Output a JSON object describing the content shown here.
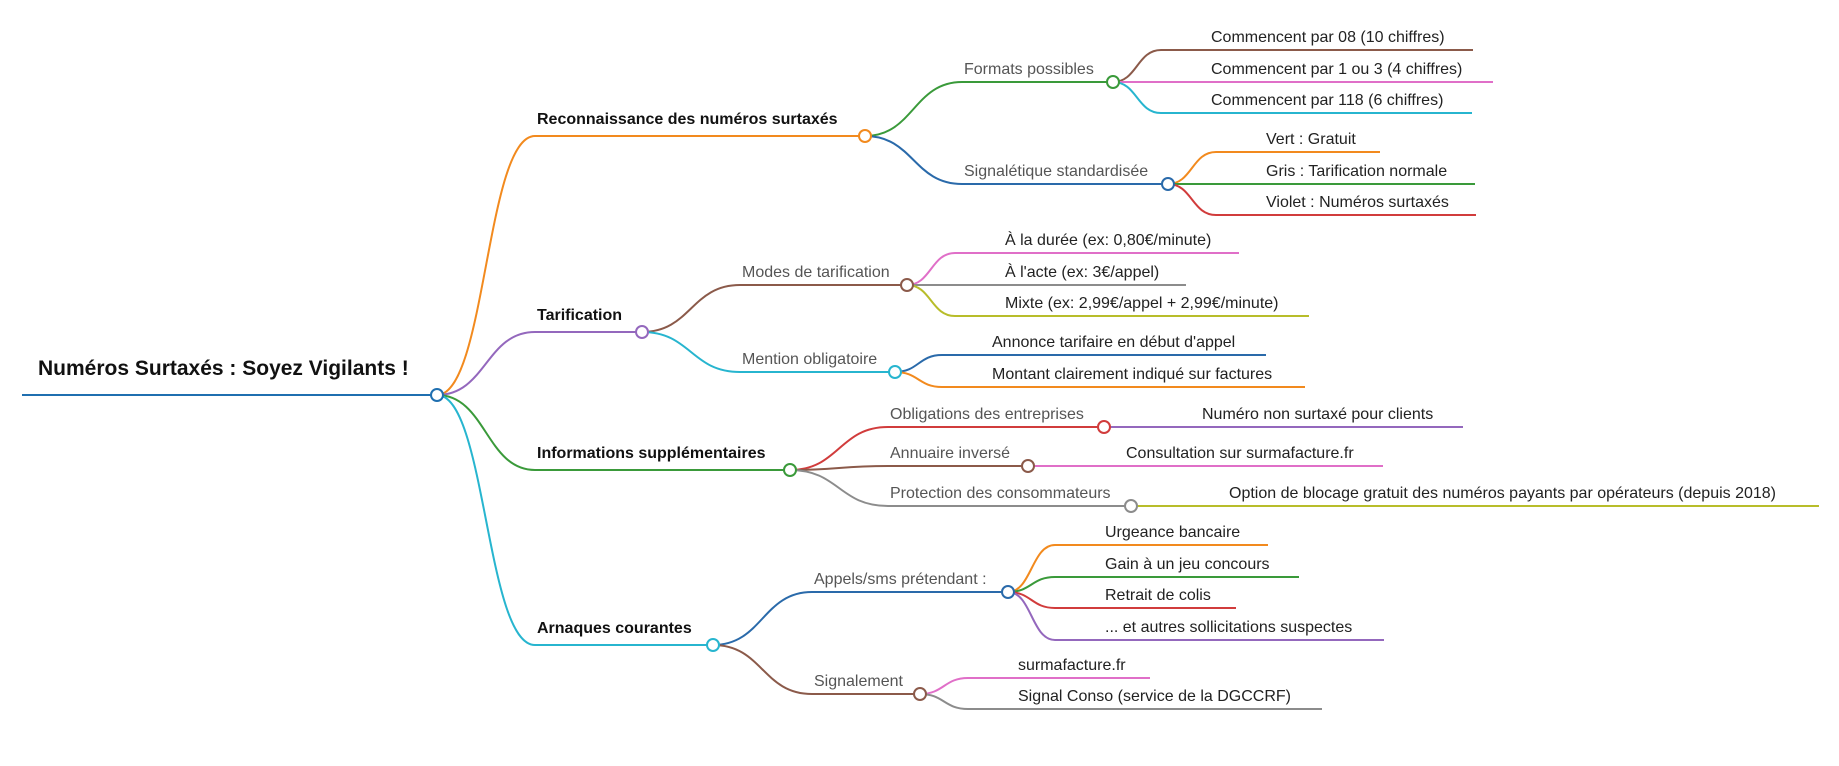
{
  "root": {
    "label": "Numéros Surtaxés : Soyez Vigilants !",
    "color": "#1f6fb0"
  },
  "branches": [
    {
      "label": "Reconnaissance des numéros surtaxés",
      "color": "#f28a1e",
      "children": [
        {
          "label": "Formats possibles",
          "color": "#3a9a3a",
          "leaves": [
            {
              "label": "Commencent par 08 (10 chiffres)",
              "color": "#8b5a4a"
            },
            {
              "label": "Commencent par 1 ou 3 (4 chiffres)",
              "color": "#e06fc8"
            },
            {
              "label": "Commencent par 118 (6 chiffres)",
              "color": "#27b5cf"
            }
          ]
        },
        {
          "label": "Signalétique standardisée",
          "color": "#2a6aaa",
          "leaves": [
            {
              "label": "Vert : Gratuit",
              "color": "#f28a1e"
            },
            {
              "label": "Gris : Tarification normale",
              "color": "#3a9a3a"
            },
            {
              "label": "Violet : Numéros surtaxés",
              "color": "#d13c3c"
            }
          ]
        }
      ]
    },
    {
      "label": "Tarification",
      "color": "#9468bd",
      "children": [
        {
          "label": "Modes de tarification",
          "color": "#8b5a4a",
          "leaves": [
            {
              "label": "À la durée (ex: 0,80€/minute)",
              "color": "#e06fc8"
            },
            {
              "label": "À l'acte (ex: 3€/appel)",
              "color": "#8c8c8c"
            },
            {
              "label": "Mixte (ex: 2,99€/appel + 2,99€/minute)",
              "color": "#b8bd2a"
            }
          ]
        },
        {
          "label": "Mention obligatoire",
          "color": "#27b5cf",
          "leaves": [
            {
              "label": "Annonce tarifaire en début d'appel",
              "color": "#2a6aaa"
            },
            {
              "label": "Montant clairement indiqué sur factures",
              "color": "#f28a1e"
            }
          ]
        }
      ]
    },
    {
      "label": "Informations supplémentaires",
      "color": "#3a9a3a",
      "children": [
        {
          "label": "Obligations des entreprises",
          "color": "#d13c3c",
          "leaves": [
            {
              "label": "Numéro non surtaxé pour clients",
              "color": "#9468bd"
            }
          ]
        },
        {
          "label": "Annuaire inversé",
          "color": "#8b5a4a",
          "leaves": [
            {
              "label": "Consultation sur surmafacture.fr",
              "color": "#e06fc8"
            }
          ]
        },
        {
          "label": "Protection des consommateurs",
          "color": "#8c8c8c",
          "leaves": [
            {
              "label": "Option de blocage gratuit des numéros payants par opérateurs (depuis 2018)",
              "color": "#b8bd2a"
            }
          ]
        }
      ]
    },
    {
      "label": "Arnaques courantes",
      "color": "#27b5cf",
      "children": [
        {
          "label": "Appels/sms prétendant :",
          "color": "#2a6aaa",
          "leaves": [
            {
              "label": "Urgeance bancaire",
              "color": "#f28a1e"
            },
            {
              "label": "Gain à un jeu concours",
              "color": "#3a9a3a"
            },
            {
              "label": "Retrait de colis",
              "color": "#d13c3c"
            },
            {
              "label": "... et autres sollicitations suspectes",
              "color": "#9468bd"
            }
          ]
        },
        {
          "label": "Signalement",
          "color": "#8b5a4a",
          "leaves": [
            {
              "label": "surmafacture.fr",
              "color": "#e06fc8"
            },
            {
              "label": "Signal Conso (service de la DGCCRF)",
              "color": "#8c8c8c"
            }
          ]
        }
      ]
    }
  ]
}
